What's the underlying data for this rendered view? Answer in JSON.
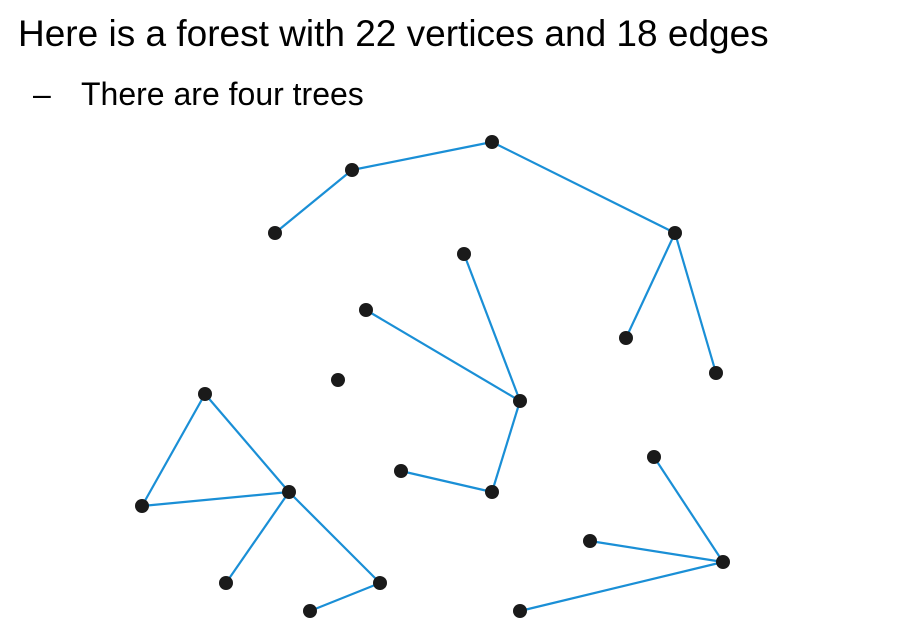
{
  "title": "Here is a forest with 22 vertices and 18 edges",
  "bullet": {
    "marker": "–",
    "text": "There are four trees"
  },
  "colors": {
    "edge": "#1a8fd6",
    "vertex": "#1a1a1a",
    "text": "#000000",
    "background": "#ffffff"
  },
  "forest": {
    "vertices": [
      {
        "id": "a"
      },
      {
        "id": "b"
      },
      {
        "id": "c"
      },
      {
        "id": "d"
      },
      {
        "id": "e"
      },
      {
        "id": "f"
      },
      {
        "id": "g"
      },
      {
        "id": "h"
      },
      {
        "id": "i"
      },
      {
        "id": "j"
      },
      {
        "id": "k"
      },
      {
        "id": "l"
      },
      {
        "id": "m"
      },
      {
        "id": "n"
      },
      {
        "id": "o"
      },
      {
        "id": "p"
      },
      {
        "id": "q"
      },
      {
        "id": "r"
      },
      {
        "id": "s"
      },
      {
        "id": "t"
      },
      {
        "id": "u"
      },
      {
        "id": "v"
      }
    ],
    "edges": [
      [
        "a",
        "b"
      ],
      [
        "b",
        "c"
      ],
      [
        "c",
        "d"
      ],
      [
        "d",
        "e"
      ],
      [
        "d",
        "f"
      ],
      [
        "g",
        "i"
      ],
      [
        "h",
        "i"
      ],
      [
        "i",
        "j"
      ],
      [
        "j",
        "k"
      ],
      [
        "l",
        "m"
      ],
      [
        "l",
        "o"
      ],
      [
        "m",
        "o"
      ],
      [
        "o",
        "p"
      ],
      [
        "o",
        "q"
      ],
      [
        "q",
        "r"
      ],
      [
        "s",
        "u"
      ],
      [
        "t",
        "u"
      ],
      [
        "u",
        "v"
      ]
    ]
  }
}
